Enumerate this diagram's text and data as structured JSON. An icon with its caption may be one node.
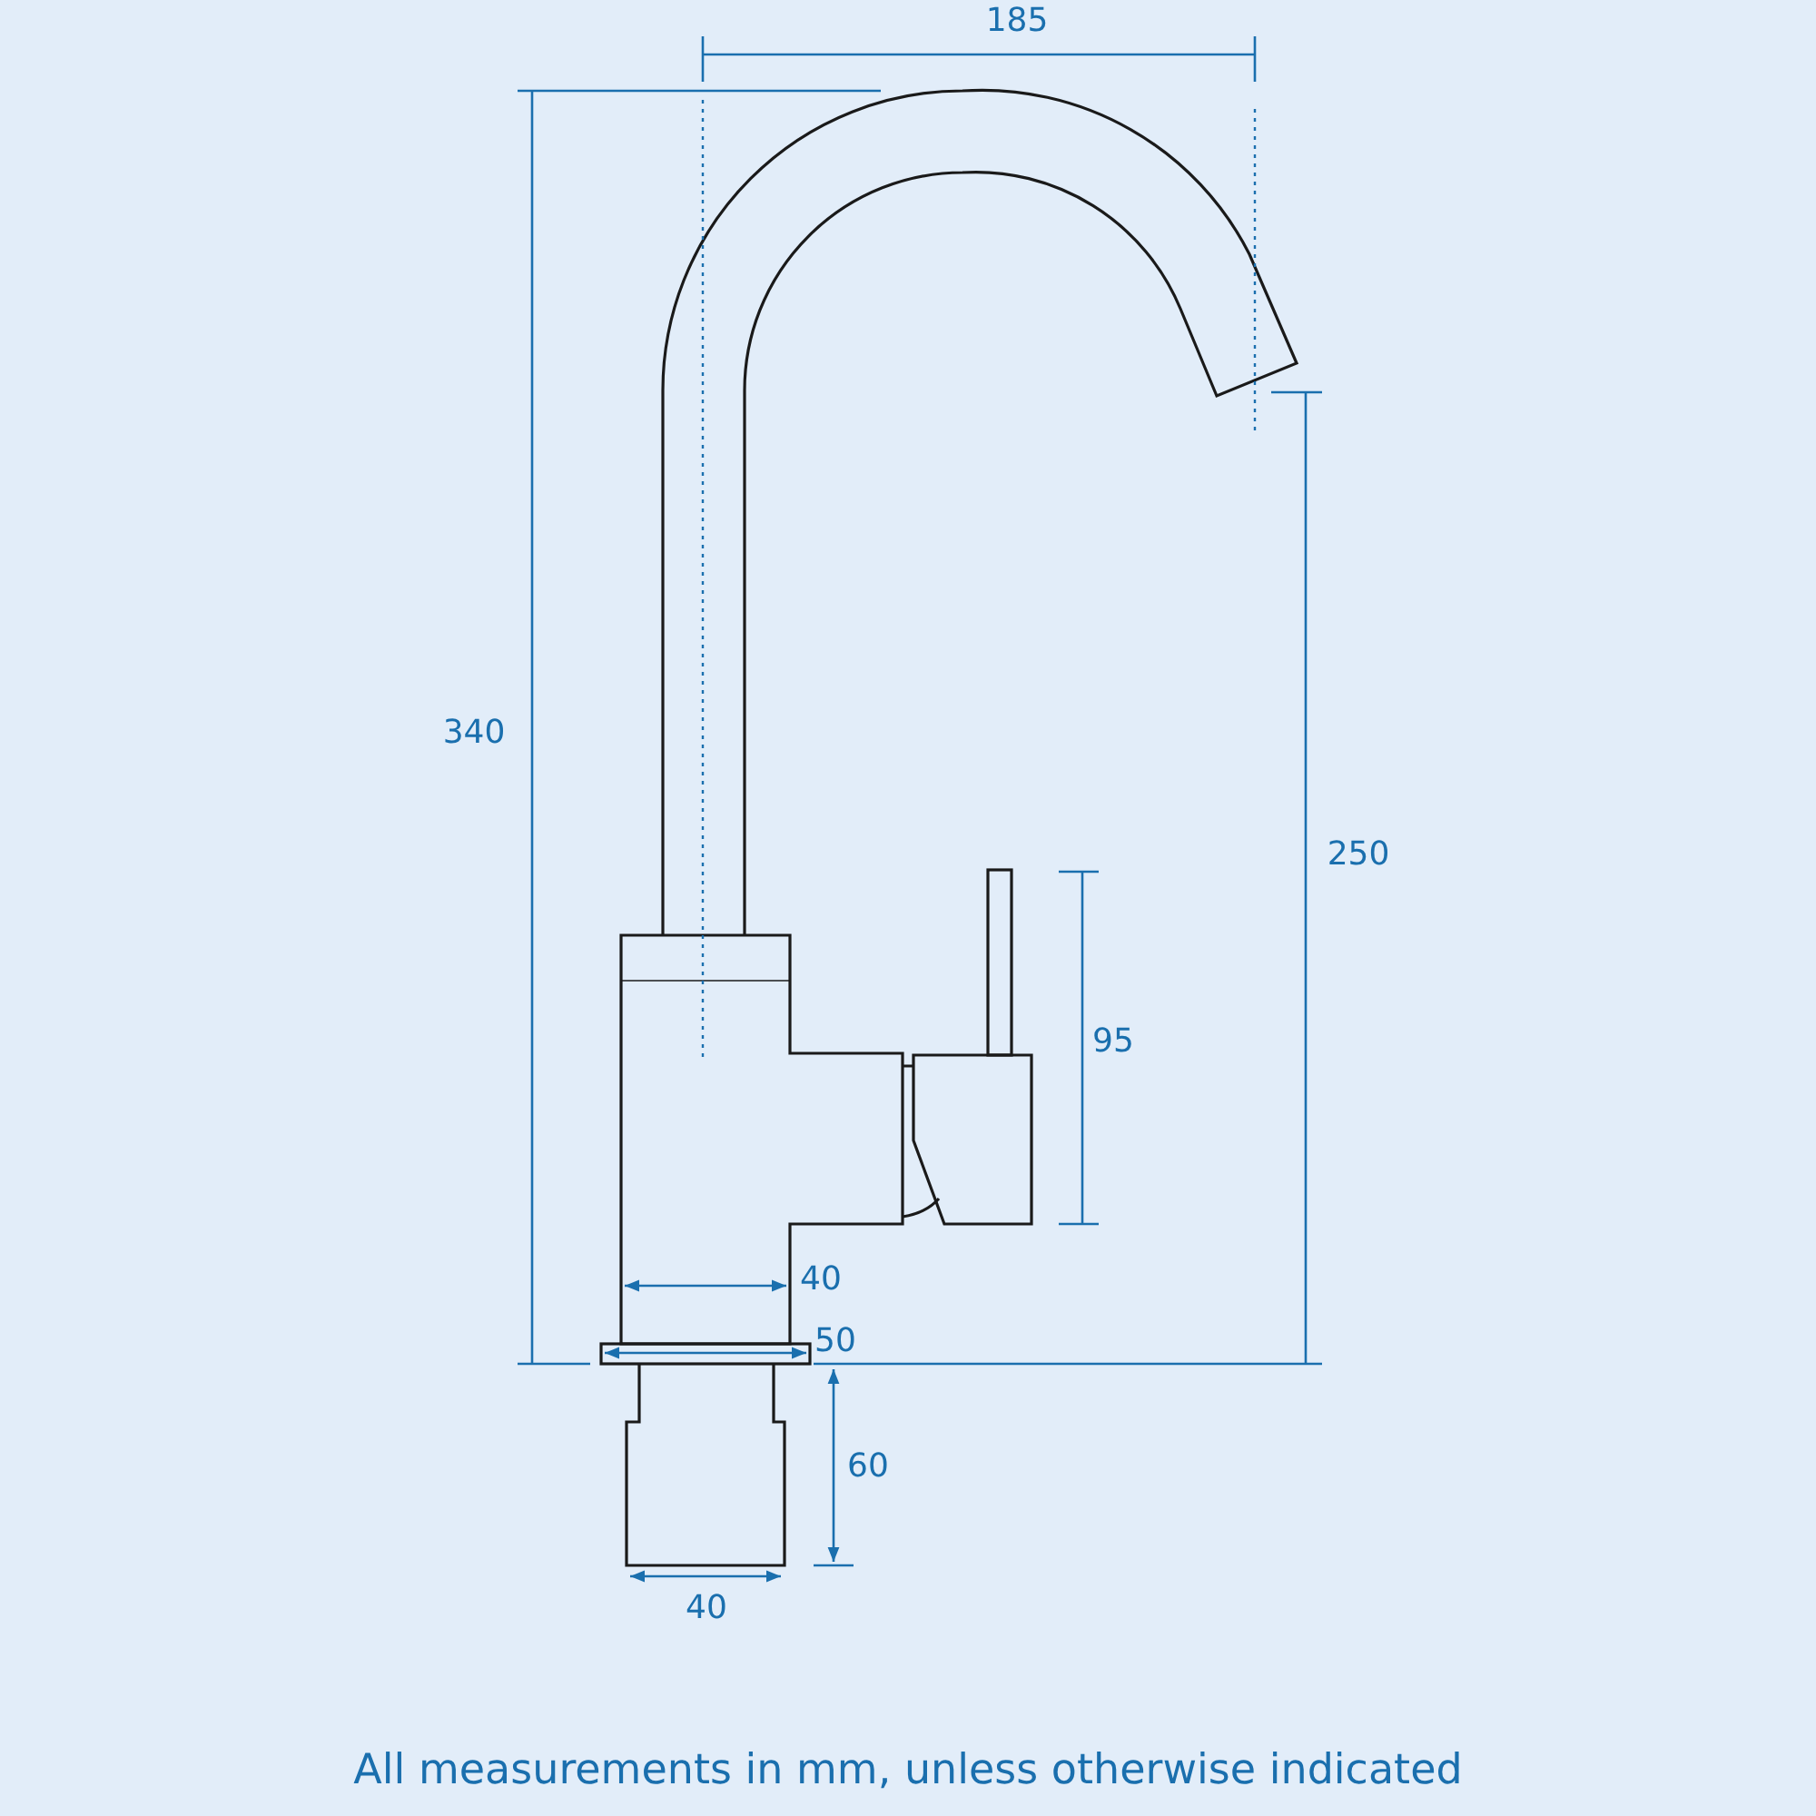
{
  "diagram": {
    "caption": "All measurements in mm, unless otherwise indicated",
    "labels": [
      "185",
      "340",
      "250",
      "95",
      "40",
      "50",
      "60",
      "40"
    ]
  }
}
